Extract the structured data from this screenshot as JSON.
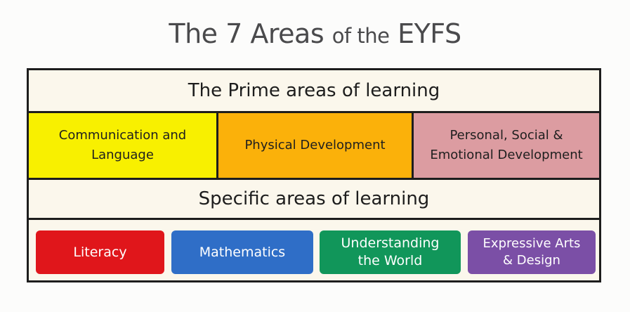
{
  "title": {
    "part1": "The 7 Areas ",
    "part2": "of the",
    "part3": " EYFS"
  },
  "prime": {
    "heading": "The Prime areas of learning",
    "areas": [
      {
        "label": "Communication and\nLanguage",
        "color": "#f8f000"
      },
      {
        "label": "Physical Development",
        "color": "#fbb10a"
      },
      {
        "label": "Personal, Social &\nEmotional Development",
        "color": "#dc9ca1"
      }
    ]
  },
  "specific": {
    "heading": "Specific areas of learning",
    "areas": [
      {
        "label": "Literacy",
        "color": "#e0161b"
      },
      {
        "label": "Mathematics",
        "color": "#2f6ec7"
      },
      {
        "label": "Understanding\nthe World",
        "color": "#11965a"
      },
      {
        "label": "Expressive Arts\n& Design",
        "color": "#7b4fa6"
      }
    ]
  }
}
